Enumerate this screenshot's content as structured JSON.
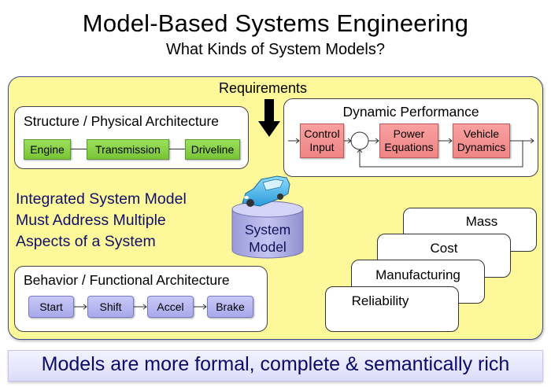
{
  "header": {
    "title": "Model-Based Systems Engineering",
    "subtitle": "What Kinds of System Models?"
  },
  "requirements": {
    "label": "Requirements",
    "icon": "down-arrow-icon"
  },
  "structure": {
    "title": "Structure / Physical Architecture",
    "blocks": [
      "Engine",
      "Transmission",
      "Driveline"
    ],
    "color": "#8ed54b"
  },
  "dynamic": {
    "title": "Dynamic Performance",
    "blocks": [
      {
        "line1": "Control",
        "line2": "Input"
      },
      {
        "line1": "Power",
        "line2": "Equations"
      },
      {
        "line1": "Vehicle",
        "line2": "Dynamics"
      }
    ],
    "summing_junction": "summing-junction-icon",
    "color": "#f39393"
  },
  "center": {
    "statement_lines": [
      "Integrated System Model",
      "Must Address Multiple",
      "Aspects of a System"
    ],
    "cylinder_lines": [
      "System",
      "Model"
    ],
    "car_icon": "car-icon"
  },
  "behavior": {
    "title": "Behavior / Functional Architecture",
    "blocks": [
      "Start",
      "Shift",
      "Accel",
      "Brake"
    ],
    "color": "#b8b8f2"
  },
  "aspects": {
    "cards": [
      "Mass",
      "Cost",
      "Manufacturing",
      "Reliability"
    ]
  },
  "footer": {
    "text": "Models are more formal, complete & semantically rich"
  },
  "colors": {
    "panel": "#fdf99a",
    "panel_border": "#3c4a86",
    "statement_text": "#10106a"
  }
}
